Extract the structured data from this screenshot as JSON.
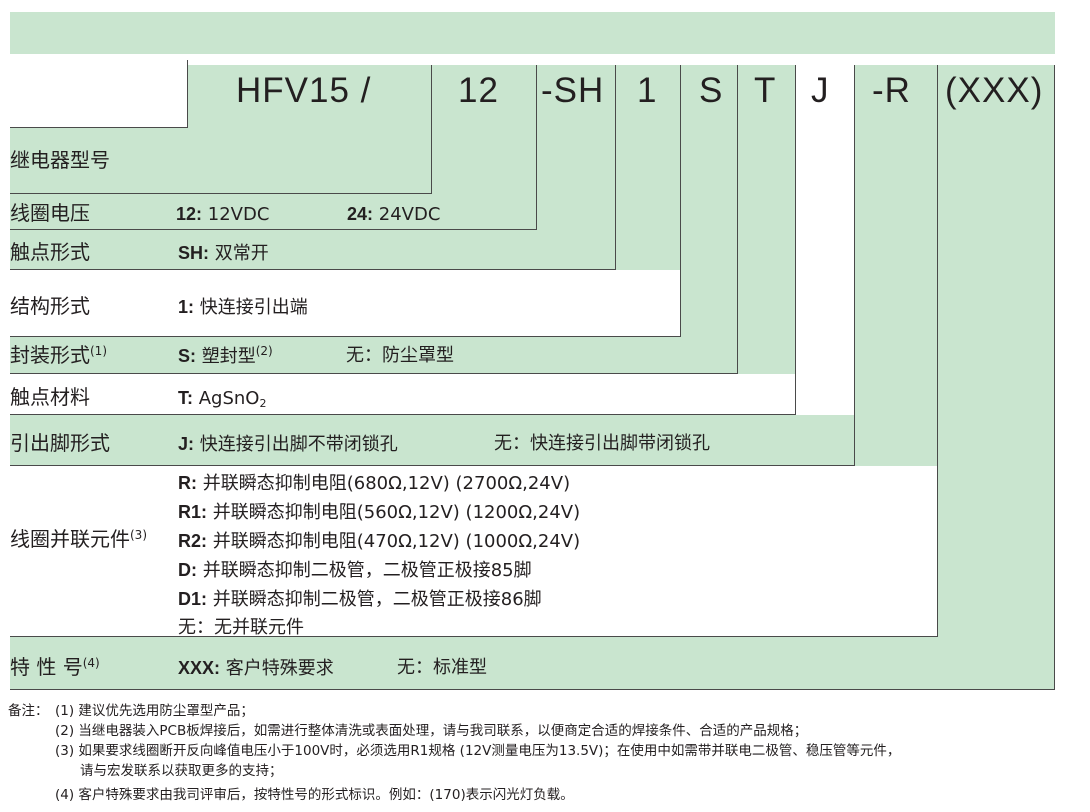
{
  "model_code": {
    "series": "HFV15 /",
    "coil": "12",
    "contact": "-SH",
    "structure": "1",
    "package": "S",
    "material": "T",
    "terminal": "J",
    "parallel": "-R",
    "special": "(XXX)"
  },
  "rows": {
    "relay_type": {
      "label": "继电器型号"
    },
    "coil_voltage": {
      "label": "线圈电压",
      "opt1_code": "12:",
      "opt1_text": " 12VDC",
      "opt2_code": "24:",
      "opt2_text": " 24VDC"
    },
    "contact_form": {
      "label": "触点形式",
      "opt_code": "SH:",
      "opt_text": " 双常开"
    },
    "structure": {
      "label": "结构形式",
      "opt_code": "1:",
      "opt_text": " 快连接引出端"
    },
    "package": {
      "label": "封装形式",
      "label_note": "(1)",
      "opt_code": "S:",
      "opt_text": " 塑封型",
      "opt_note": "(2)",
      "opt2_text": "无：防尘罩型"
    },
    "material": {
      "label": "触点材料",
      "opt_code": "T:",
      "opt_text": " AgSnO",
      "opt_sub": "2"
    },
    "terminal": {
      "label": "引出脚形式",
      "opt_code": "J:",
      "opt_text": " 快连接引出脚不带闭锁孔",
      "opt2_text": "无：快连接引出脚带闭锁孔"
    },
    "parallel": {
      "label": "线圈并联元件",
      "label_note": "(3)",
      "options": [
        {
          "code": "R:",
          "text": "  并联瞬态抑制电阻(680Ω,12V) (2700Ω,24V)"
        },
        {
          "code": "R1:",
          "text": " 并联瞬态抑制电阻(560Ω,12V) (1200Ω,24V)"
        },
        {
          "code": "R2:",
          "text": " 并联瞬态抑制电阻(470Ω,12V) (1000Ω,24V)"
        },
        {
          "code": "D:",
          "text": "  并联瞬态抑制二极管，二极管正极接85脚"
        },
        {
          "code": "D1:",
          "text": " 并联瞬态抑制二极管，二极管正极接86脚"
        },
        {
          "code": "",
          "text": "无：无并联元件"
        }
      ]
    },
    "special": {
      "label": "特 性 号",
      "label_note": "(4)",
      "opt_code": "XXX:",
      "opt_text": " 客户特殊要求",
      "opt2_text": "无：标准型"
    }
  },
  "notes": {
    "prefix": "备注：",
    "n1": "(1) 建议优先选用防尘罩型产品；",
    "n2": "(2) 当继电器装入PCB板焊接后，如需进行整体清洗或表面处理，请与我司联系，以便商定合适的焊接条件、合适的产品规格；",
    "n3a": "(3) 如果要求线圈断开反向峰值电压小于100V时，必须选用R1规格 (12V测量电压为13.5V)；在使用中如需带并联电二极管、稳压管等元件，",
    "n3b": "请与宏发联系以获取更多的支持；",
    "n4": "(4) 客户特殊要求由我司评审后，按特性号的形式标识。例如：(170)表示闪光灯负载。"
  }
}
